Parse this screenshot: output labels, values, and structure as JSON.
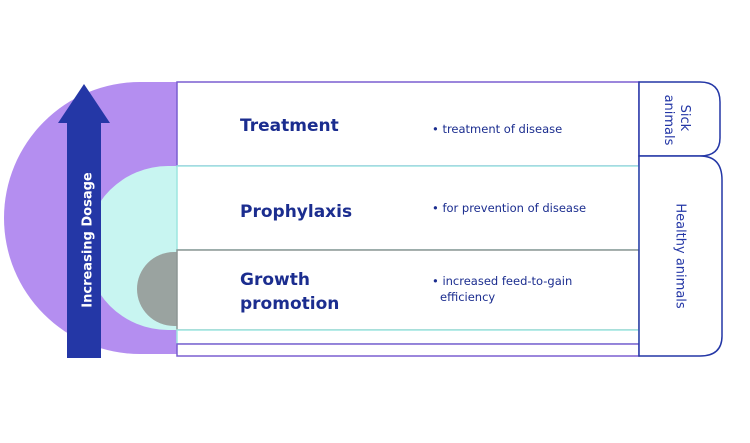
{
  "arrow": {
    "label": "Increasing Dosage"
  },
  "tiers": [
    {
      "title_lines": [
        "Treatment"
      ],
      "description_lines": [
        "• treatment of disease"
      ]
    },
    {
      "title_lines": [
        "Prophylaxis"
      ],
      "description_lines": [
        "• for prevention of disease"
      ]
    },
    {
      "title_lines": [
        "Growth",
        "promotion"
      ],
      "description_lines": [
        "• increased feed-to-gain",
        "efficiency"
      ]
    }
  ],
  "side_labels": {
    "sick": [
      "Sick",
      "animals"
    ],
    "healthy": "Healthy animals"
  },
  "colors": {
    "navy": "#1b2d8f",
    "arrow_blue": "#2437a6",
    "lavender": "#b48ef0",
    "aqua": "#c8f5f1",
    "gray": "#9aa3a0",
    "border_purple": "#7a5fd0",
    "border_aqua": "#9ee6e0",
    "border_gray": "#8c9694"
  }
}
